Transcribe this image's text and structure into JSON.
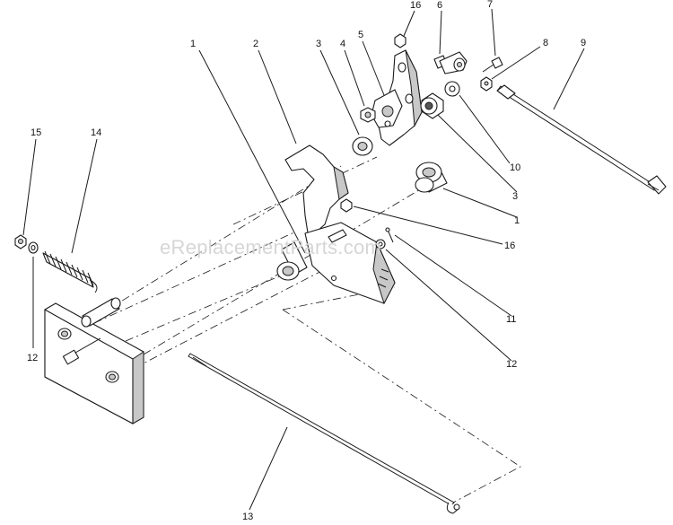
{
  "watermark": "eReplacementParts.com",
  "callouts": [
    "1",
    "2",
    "3",
    "4",
    "5",
    "16",
    "6",
    "7",
    "8",
    "9",
    "10",
    "3",
    "1",
    "16",
    "11",
    "12",
    "15",
    "14",
    "12",
    "13"
  ],
  "colors": {
    "ink": "#1a1a1a",
    "shade": "#c8c8c8",
    "watermark": "#d6d6d6",
    "background": "#ffffff"
  }
}
